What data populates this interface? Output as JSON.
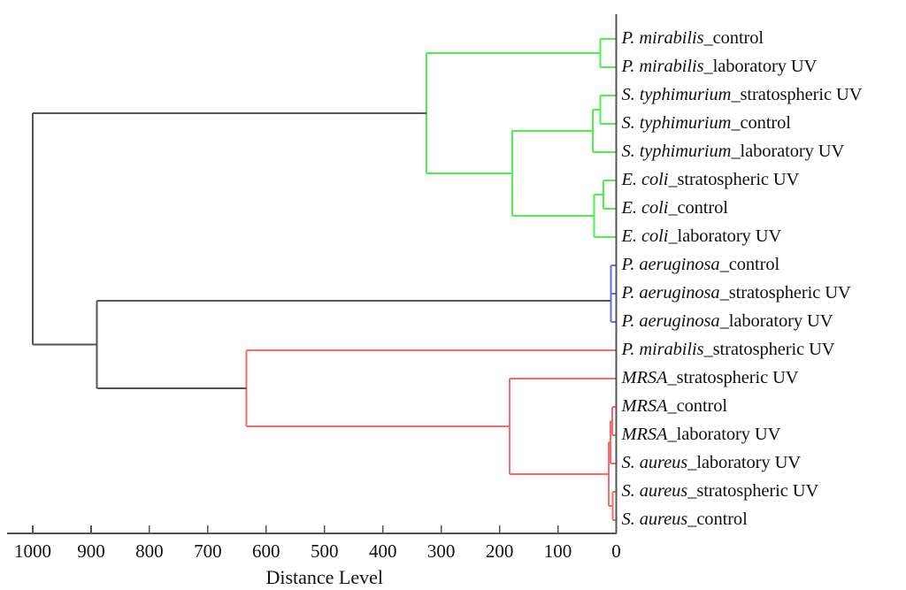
{
  "chart_data": {
    "type": "dendrogram",
    "title": "",
    "xlabel": "Distance Level",
    "ylabel": "",
    "xlim": [
      1000,
      0
    ],
    "x_axis_reversed": true,
    "grid": false,
    "legend": null,
    "tick_values": [
      1000,
      900,
      800,
      700,
      600,
      500,
      400,
      300,
      200,
      100,
      0
    ],
    "tick_labels": [
      "1000",
      "900",
      "800",
      "700",
      "600",
      "500",
      "400",
      "300",
      "200",
      "100",
      "0"
    ],
    "colors": {
      "green_cluster": "#4df04d",
      "red_cluster": "#fb6a6a",
      "blue_cluster": "#6a6aea",
      "default_link": "#555555",
      "axis": "#555555",
      "text": "#111111"
    },
    "leaves": [
      {
        "index": 0,
        "taxon": "P. mirabilis",
        "treatment": "control",
        "label": "P. mirabilis_control",
        "cluster": "green"
      },
      {
        "index": 1,
        "taxon": "P. mirabilis",
        "treatment": "laboratory UV",
        "label": "P. mirabilis_laboratory UV",
        "cluster": "green"
      },
      {
        "index": 2,
        "taxon": "S. typhimurium",
        "treatment": "stratospheric UV",
        "label": "S. typhimurium_stratospheric UV",
        "cluster": "green"
      },
      {
        "index": 3,
        "taxon": "S. typhimurium",
        "treatment": "control",
        "label": "S. typhimurium_control",
        "cluster": "green"
      },
      {
        "index": 4,
        "taxon": "S. typhimurium",
        "treatment": "laboratory UV",
        "label": "S. typhimurium_laboratory UV",
        "cluster": "green"
      },
      {
        "index": 5,
        "taxon": "E. coli",
        "treatment": "stratospheric UV",
        "label": "E. coli_stratospheric UV",
        "cluster": "green"
      },
      {
        "index": 6,
        "taxon": "E. coli",
        "treatment": "control",
        "label": "E. coli_control",
        "cluster": "green"
      },
      {
        "index": 7,
        "taxon": "E. coli",
        "treatment": "laboratory UV",
        "label": "E. coli_laboratory UV",
        "cluster": "green"
      },
      {
        "index": 8,
        "taxon": "P. aeruginosa",
        "treatment": "control",
        "label": "P. aeruginosa_control",
        "cluster": "blue"
      },
      {
        "index": 9,
        "taxon": "P. aeruginosa",
        "treatment": "stratospheric UV",
        "label": "P. aeruginosa_stratospheric UV",
        "cluster": "blue"
      },
      {
        "index": 10,
        "taxon": "P. aeruginosa",
        "treatment": "laboratory UV",
        "label": "P. aeruginosa_laboratory UV",
        "cluster": "blue"
      },
      {
        "index": 11,
        "taxon": "P. mirabilis",
        "treatment": "stratospheric UV",
        "label": "P. mirabilis_stratospheric UV",
        "cluster": "red"
      },
      {
        "index": 12,
        "taxon": "MRSA",
        "treatment": "stratospheric UV",
        "label": "MRSA_stratospheric UV",
        "cluster": "red"
      },
      {
        "index": 13,
        "taxon": "MRSA",
        "treatment": "control",
        "label": "MRSA_control",
        "cluster": "red"
      },
      {
        "index": 14,
        "taxon": "MRSA",
        "treatment": "laboratory UV",
        "label": "MRSA_laboratory UV",
        "cluster": "red"
      },
      {
        "index": 15,
        "taxon": "S. aureus",
        "treatment": "laboratory UV",
        "label": "S. aureus_laboratory UV",
        "cluster": "red"
      },
      {
        "index": 16,
        "taxon": "S. aureus",
        "treatment": "stratospheric UV",
        "label": "S. aureus_stratospheric UV",
        "cluster": "red"
      },
      {
        "index": 17,
        "taxon": "S. aureus",
        "treatment": "control",
        "label": "S. aureus_control",
        "cluster": "red"
      }
    ],
    "merges": [
      {
        "id": "g1",
        "children": [
          0,
          1
        ],
        "distance": 27,
        "cluster": "green"
      },
      {
        "id": "g2",
        "children": [
          2,
          3
        ],
        "distance": 27,
        "cluster": "green"
      },
      {
        "id": "g3",
        "children": [
          "g2",
          4
        ],
        "distance": 40,
        "cluster": "green"
      },
      {
        "id": "g4",
        "children": [
          5,
          6
        ],
        "distance": 22,
        "cluster": "green"
      },
      {
        "id": "g5",
        "children": [
          "g4",
          7
        ],
        "distance": 38,
        "cluster": "green"
      },
      {
        "id": "g6",
        "children": [
          "g3",
          "g5"
        ],
        "distance": 178,
        "cluster": "green"
      },
      {
        "id": "g7",
        "children": [
          "g1",
          "g6"
        ],
        "distance": 325,
        "cluster": "green"
      },
      {
        "id": "b1",
        "children": [
          8,
          9
        ],
        "distance": 9,
        "cluster": "blue"
      },
      {
        "id": "b2",
        "children": [
          "b1",
          10
        ],
        "distance": 9,
        "cluster": "blue"
      },
      {
        "id": "r1",
        "children": [
          13,
          14
        ],
        "distance": 7,
        "cluster": "red"
      },
      {
        "id": "r2",
        "children": [
          "r1",
          15
        ],
        "distance": 10,
        "cluster": "red"
      },
      {
        "id": "r3",
        "children": [
          16,
          17
        ],
        "distance": 6,
        "cluster": "red"
      },
      {
        "id": "r4",
        "children": [
          "r2",
          "r3"
        ],
        "distance": 13,
        "cluster": "red"
      },
      {
        "id": "r5",
        "children": [
          12,
          "r4"
        ],
        "distance": 183,
        "cluster": "red"
      },
      {
        "id": "r6",
        "children": [
          11,
          "r5"
        ],
        "distance": 634,
        "cluster": "red"
      },
      {
        "id": "k1",
        "children": [
          "b2",
          "r6"
        ],
        "distance": 890,
        "cluster": "black"
      },
      {
        "id": "k2",
        "children": [
          "g7",
          "k1"
        ],
        "distance": 1000,
        "cluster": "black"
      }
    ]
  },
  "axis": {
    "title": "Distance Level"
  }
}
